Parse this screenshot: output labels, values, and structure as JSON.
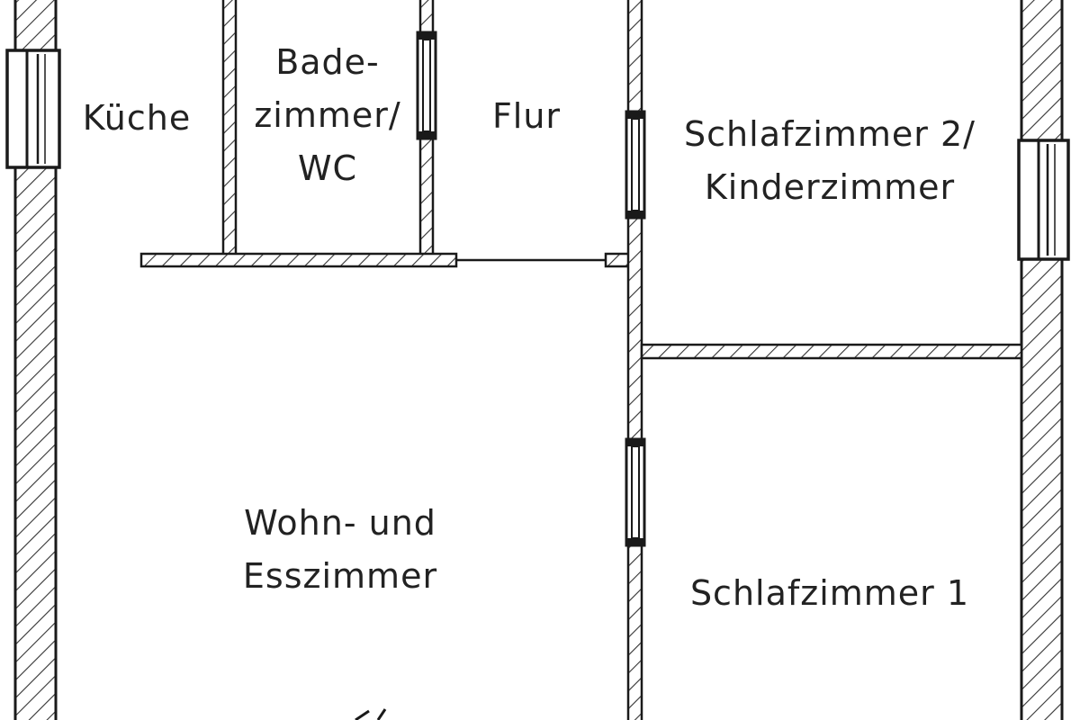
{
  "plan": {
    "rooms": [
      {
        "id": "kueche",
        "lines": [
          "Küche"
        ]
      },
      {
        "id": "bad",
        "lines": [
          "Bade-",
          "zimmer/",
          "WC"
        ]
      },
      {
        "id": "flur",
        "lines": [
          "Flur"
        ]
      },
      {
        "id": "schlafzimmer2",
        "lines": [
          "Schlafzimmer 2/",
          "Kinderzimmer"
        ]
      },
      {
        "id": "wohnzimmer",
        "lines": [
          "Wohn- und",
          "Esszimmer"
        ]
      },
      {
        "id": "schlafzimmer1",
        "lines": [
          "Schlafzimmer 1"
        ]
      }
    ],
    "colors": {
      "line": "#1a1a1a",
      "hatch": "#333333",
      "background": "#ffffff"
    }
  }
}
